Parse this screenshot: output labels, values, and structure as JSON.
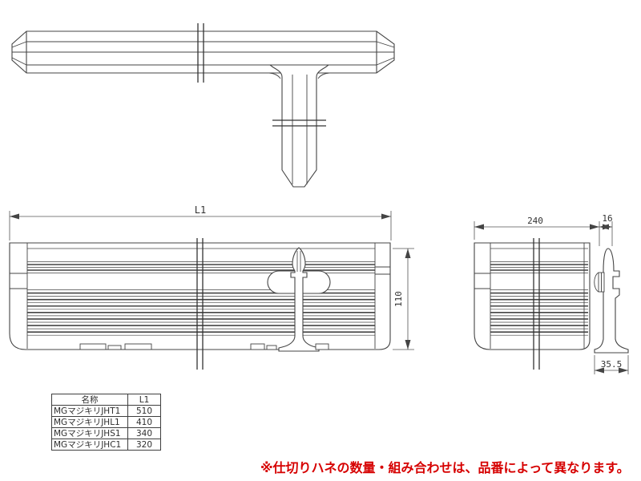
{
  "page": {
    "background": "#ffffff"
  },
  "drawing": {
    "line_color": "#444444",
    "dims": {
      "l1": "L1",
      "height": "110",
      "width": "240",
      "thickness": "16",
      "base": "35.5"
    }
  },
  "table": {
    "headers": {
      "name": "名称",
      "l1": "L1"
    },
    "rows": [
      {
        "name": "MGマジキリJHT1",
        "l1": "510"
      },
      {
        "name": "MGマジキリJHL1",
        "l1": "410"
      },
      {
        "name": "MGマジキリJHS1",
        "l1": "340"
      },
      {
        "name": "MGマジキリJHC1",
        "l1": "320"
      }
    ]
  },
  "note": {
    "text": "※仕切りハネの数量・組み合わせは、品番によって異なります。",
    "color": "#d60000"
  }
}
